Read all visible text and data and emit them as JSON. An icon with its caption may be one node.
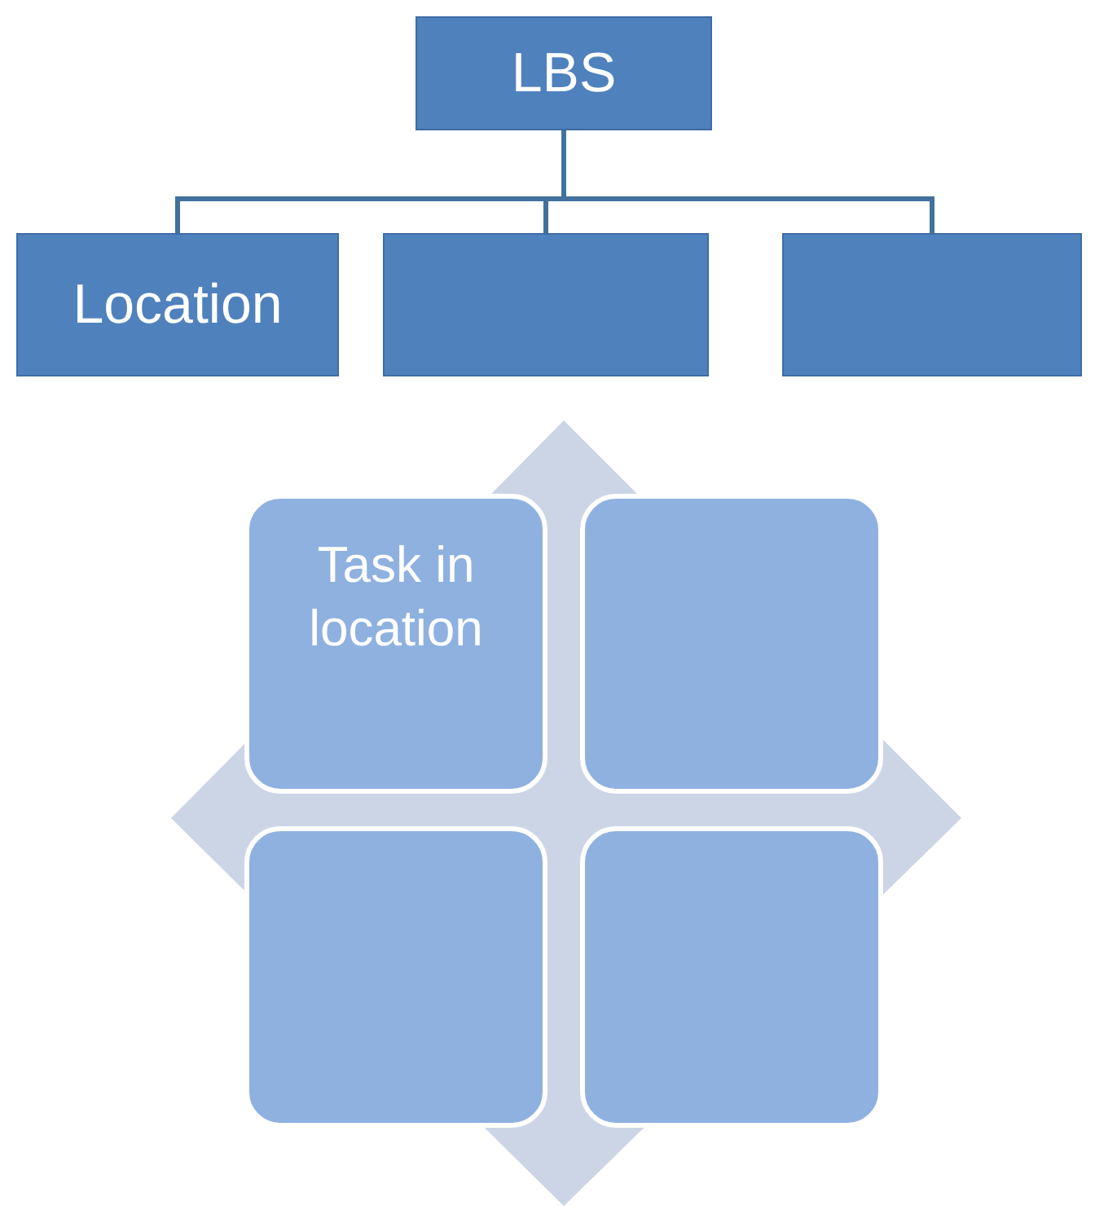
{
  "diagram": {
    "nodes": [
      {
        "text": [
          "LBS"
        ]
      },
      {
        "text": [
          "Location"
        ]
      },
      {
        "text": [],
        "shape": "box"
      },
      {
        "text": [],
        "shape": "box"
      },
      {
        "text": [
          "Task in location"
        ]
      },
      {
        "text": [],
        "shape": "box"
      },
      {
        "text": [],
        "shape": "box"
      },
      {
        "text": [],
        "shape": "box"
      }
    ],
    "edges": [
      {
        "from": 0,
        "to": 1,
        "arrow": "none"
      },
      {
        "from": 0,
        "to": 2,
        "arrow": "none"
      },
      {
        "from": 0,
        "to": 3,
        "arrow": "none"
      }
    ]
  }
}
